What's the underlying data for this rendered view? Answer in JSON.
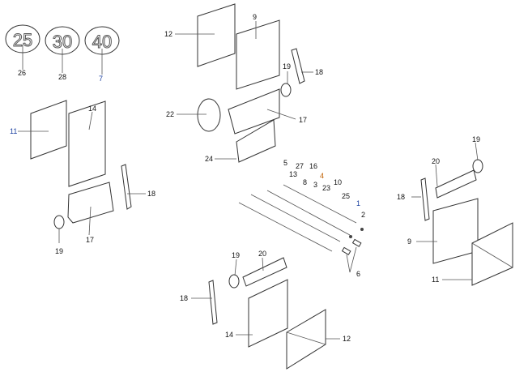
{
  "diagram": {
    "title": "Exploded parts diagram - mud flaps and speed plates",
    "speed_badges": [
      "25",
      "30",
      "40"
    ],
    "callouts": {
      "c1": "1",
      "c2": "2",
      "c3": "3",
      "c4": "4",
      "c5": "5",
      "c6": "6",
      "c7": "7",
      "c8": "8",
      "c9": "9",
      "c10": "10",
      "c11": "11",
      "c12": "12",
      "c13": "13",
      "c14": "14",
      "c16": "16",
      "c17": "17",
      "c18": "18",
      "c19": "19",
      "c20": "20",
      "c22": "22",
      "c23": "23",
      "c24": "24",
      "c25": "25",
      "c26": "26",
      "c27": "27",
      "c28": "28"
    }
  }
}
